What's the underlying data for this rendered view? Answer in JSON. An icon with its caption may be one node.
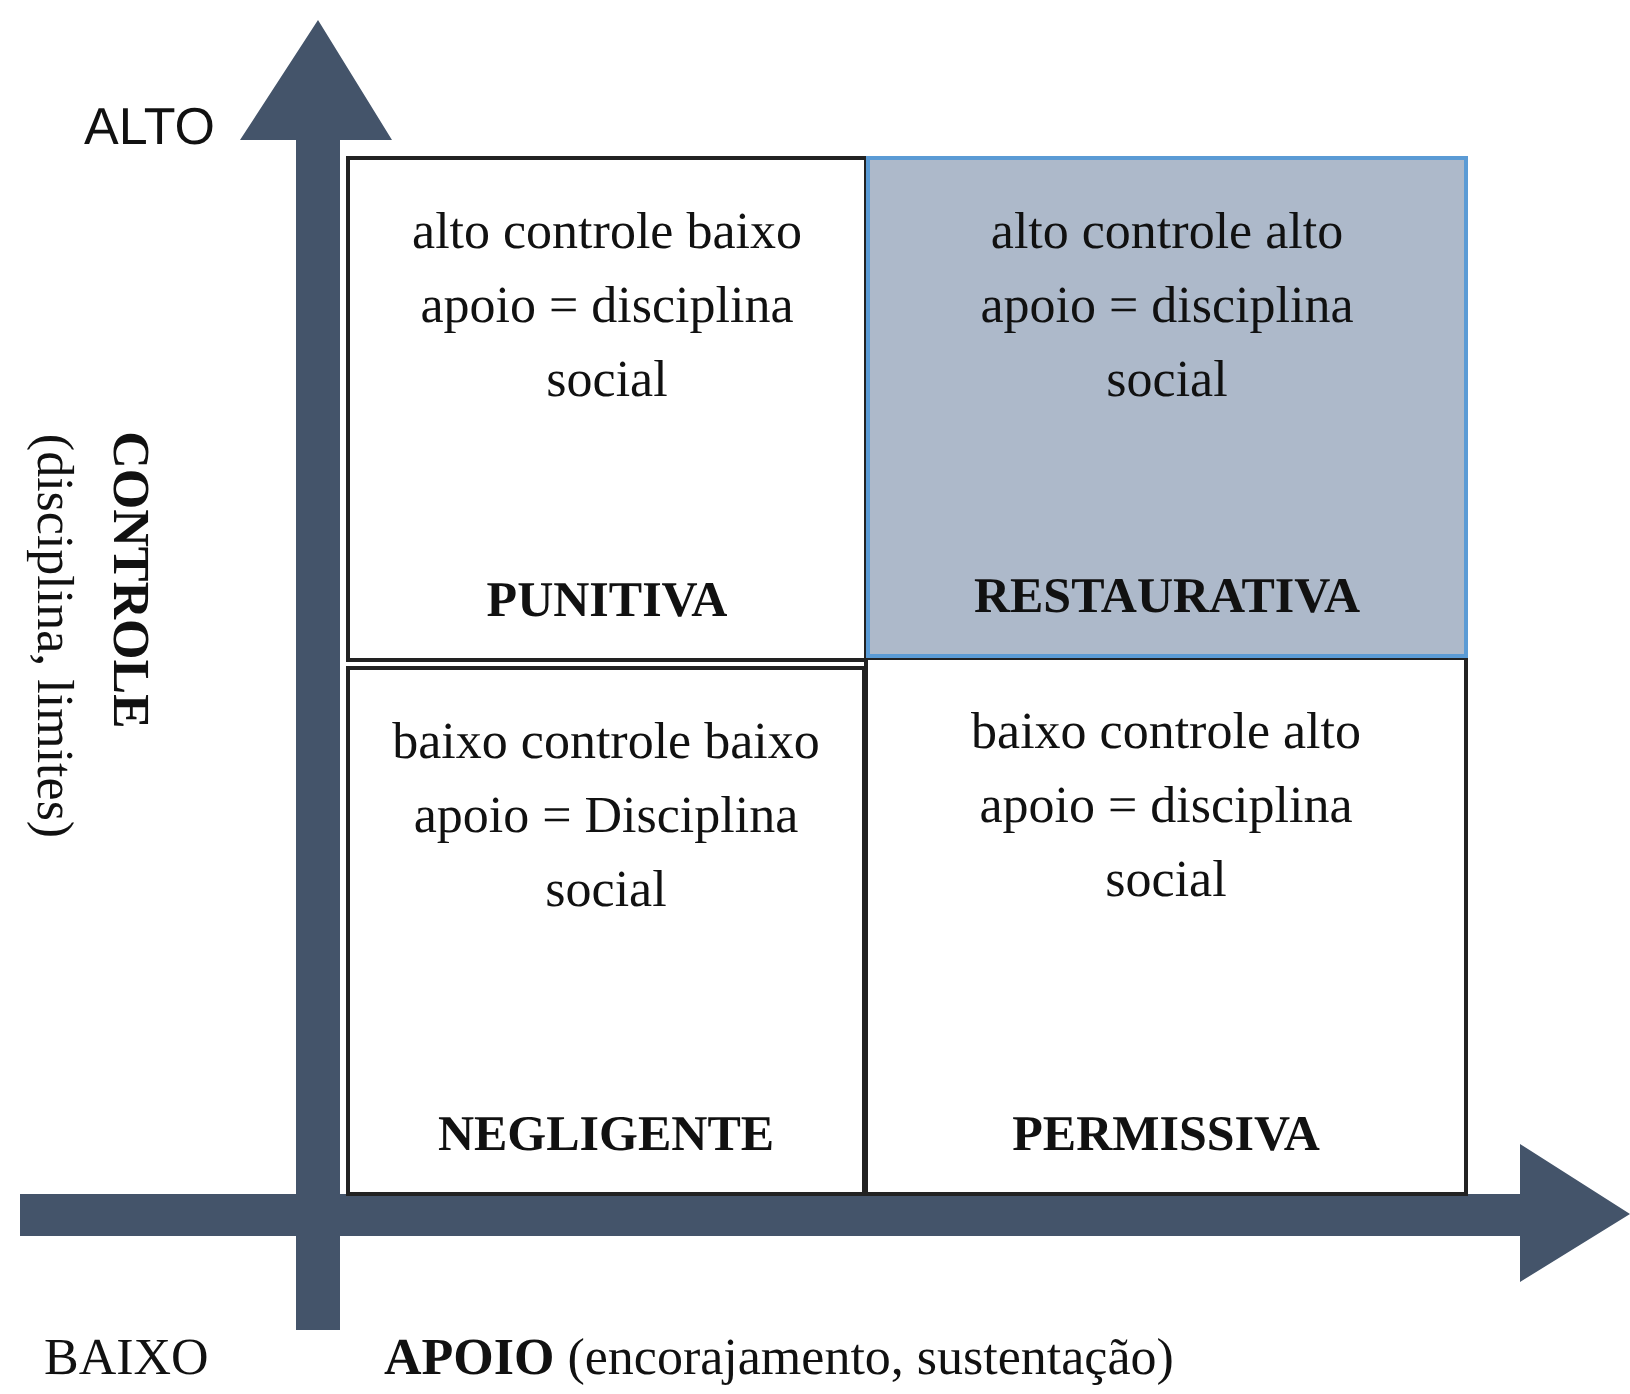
{
  "diagram": {
    "nodes": [
      {
        "text": [
          "alto controle baixo apoio = disciplina social",
          "PUNITIVA"
        ]
      },
      {
        "text": [
          "alto controle alto apoio = disciplina social",
          "RESTAURATIVA"
        ]
      },
      {
        "text": [
          "baixo controle baixo apoio = Disciplina social",
          "NEGLIGENTE"
        ]
      },
      {
        "text": [
          "baixo controle alto apoio = disciplina social",
          "PERMISSIVA"
        ]
      }
    ],
    "labels": [
      "ALTO",
      "CONTROLE",
      "(disciplina, limites)",
      "BAIXO",
      "**APOIO** (encorajamento, sustentação)"
    ]
  }
}
